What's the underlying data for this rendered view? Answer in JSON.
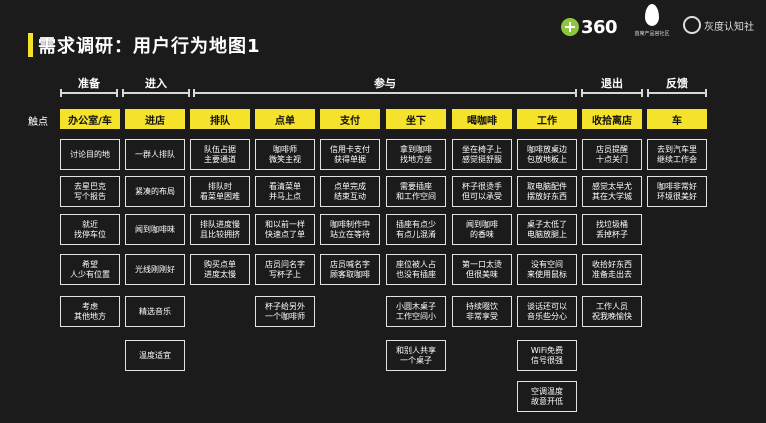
{
  "header": {
    "title": "需求调研：用户行为地图1"
  },
  "logos": {
    "logo360": "360",
    "drop_caption": "首席产品官社区",
    "hd": "灰度认知社"
  },
  "phases": [
    "准备",
    "进入",
    "参与",
    "退出",
    "反馈"
  ],
  "touchpoint_label": "触点",
  "columns": [
    {
      "head": "办公室/车",
      "cards": [
        "讨论目的地",
        "去星巴克\n写个报告",
        "就近\n找停车位",
        "希望\n人少有位置",
        "考虑\n其他地方"
      ]
    },
    {
      "head": "进店",
      "cards": [
        "一群人排队",
        "紧凑的布局",
        "闻到咖啡味",
        "光线刚刚好",
        "精选音乐",
        "温度适宜"
      ]
    },
    {
      "head": "排队",
      "cards": [
        "队伍占据\n主要通道",
        "排队时\n看菜单困难",
        "排队进度慢\n且比较拥挤",
        "购买点单\n进度太慢"
      ]
    },
    {
      "head": "点单",
      "cards": [
        "咖啡师\n微笑主视",
        "看清菜单\n并马上点",
        "和以前一样\n快速点了单",
        "店员问名字\n写杯子上",
        "杯子给另外\n一个咖啡师"
      ]
    },
    {
      "head": "支付",
      "cards": [
        "信用卡支付\n获得单据",
        "点单完成\n结束互动",
        "咖啡制作中\n站立在等待",
        "店员喊名字\n顾客取咖啡"
      ]
    },
    {
      "head": "坐下",
      "cards": [
        "拿到咖啡\n找地方坐",
        "需要插座\n和工作空间",
        "插座有点少\n有点儿混淆",
        "座位被人占\n也没有插座",
        "小圆木桌子\n工作空间小",
        "和别人共享\n一个桌子"
      ]
    },
    {
      "head": "喝咖啡",
      "cards": [
        "坐在椅子上\n感觉挺舒服",
        "杯子很烫手\n但可以承受",
        "闻到咖啡\n的香味",
        "第一口太烫\n但很美味",
        "持续啜饮\n非常享受"
      ]
    },
    {
      "head": "工作",
      "cards": [
        "咖啡放桌边\n包放地板上",
        "取电脑配件\n摆放好东西",
        "桌子太低了\n电脑放腿上",
        "没有空间\n来使用鼠标",
        "谈话还可以\n音乐些分心",
        "WiFi免费\n信号很强",
        "空调温度\n故意开低"
      ]
    },
    {
      "head": "收拾离店",
      "cards": [
        "店员提醒\n十点关门",
        "感觉太早尤\n其在大学城",
        "找垃圾桶\n丢掉杯子",
        "收拾好东西\n准备走出去",
        "工作人员\n祝我晚愉快"
      ]
    },
    {
      "head": "车",
      "cards": [
        "去到汽车里\n继续工作会",
        "咖啡非常好\n环境很美好"
      ]
    }
  ]
}
